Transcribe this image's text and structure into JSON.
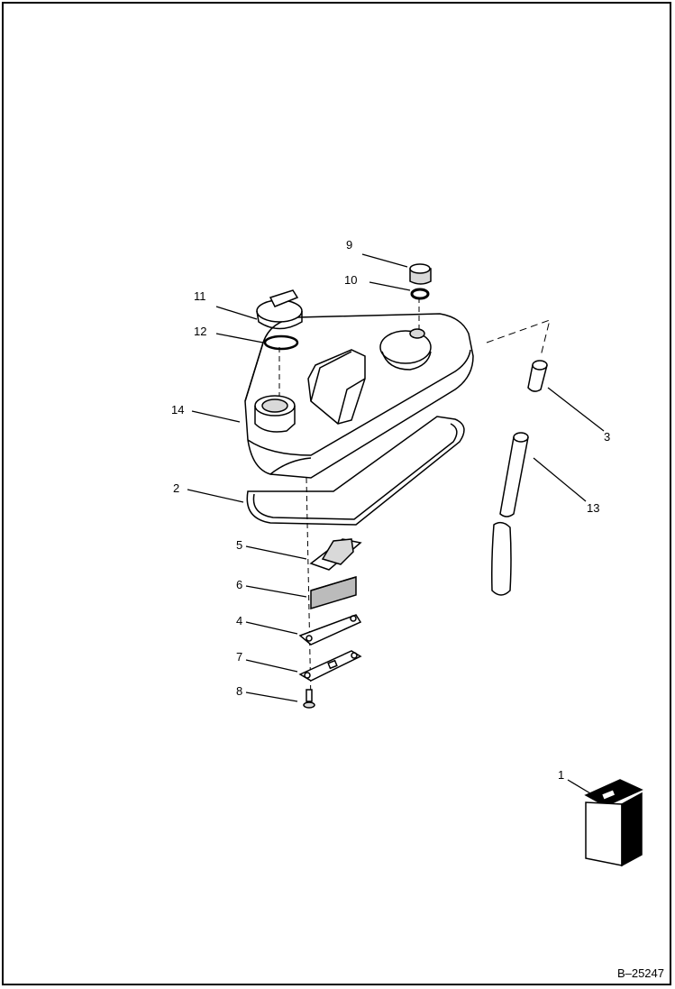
{
  "figure": {
    "id": "B–25247"
  },
  "callouts": [
    {
      "key": "c1",
      "label": "1"
    },
    {
      "key": "c2",
      "label": "2"
    },
    {
      "key": "c3",
      "label": "3"
    },
    {
      "key": "c4",
      "label": "4"
    },
    {
      "key": "c5",
      "label": "5"
    },
    {
      "key": "c6",
      "label": "6"
    },
    {
      "key": "c7",
      "label": "7"
    },
    {
      "key": "c8",
      "label": "8"
    },
    {
      "key": "c9",
      "label": "9"
    },
    {
      "key": "c10",
      "label": "10"
    },
    {
      "key": "c11",
      "label": "11"
    },
    {
      "key": "c12",
      "label": "12"
    },
    {
      "key": "c13",
      "label": "13"
    },
    {
      "key": "c14",
      "label": "14"
    }
  ],
  "colors": {
    "line": "#000000",
    "fill": "#ffffff",
    "shade": "#d9d9d9"
  }
}
